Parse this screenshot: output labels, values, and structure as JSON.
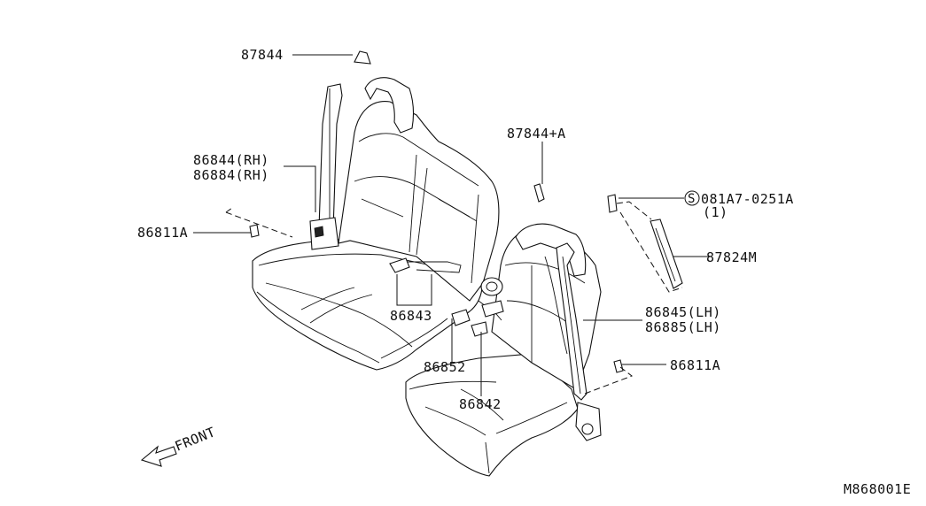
{
  "callouts": [
    {
      "id": "87844",
      "text": "87844"
    },
    {
      "id": "86844rh",
      "text": "86844(RH)"
    },
    {
      "id": "86884rh",
      "text": "86884(RH)"
    },
    {
      "id": "86811a_left",
      "text": "86811A"
    },
    {
      "id": "87844a",
      "text": "87844+A"
    },
    {
      "id": "081a7",
      "text": "081A7-0251A"
    },
    {
      "id": "081a7_qty",
      "text": "(1)"
    },
    {
      "id": "87824m",
      "text": "87824M"
    },
    {
      "id": "86843",
      "text": "86843"
    },
    {
      "id": "86852",
      "text": "86852"
    },
    {
      "id": "86842",
      "text": "86842"
    },
    {
      "id": "86845lh",
      "text": "86845(LH)"
    },
    {
      "id": "86885lh",
      "text": "86885(LH)"
    },
    {
      "id": "86811a_right",
      "text": "86811A"
    }
  ],
  "bolt_symbol": "S",
  "front_label": "FRONT",
  "diagram_ref": "M868001E"
}
